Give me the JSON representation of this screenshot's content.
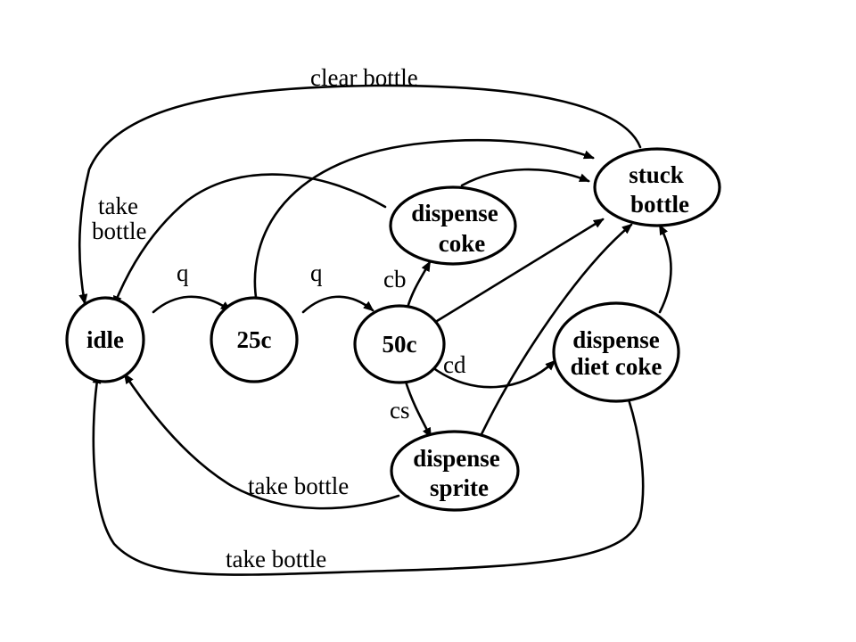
{
  "diagram": {
    "states": {
      "idle": [
        "idle"
      ],
      "c25": [
        "25c"
      ],
      "c50": [
        "50c"
      ],
      "dispense_coke": [
        "dispense",
        "coke"
      ],
      "stuck_bottle": [
        "stuck",
        "bottle"
      ],
      "dispense_diet_coke": [
        "dispense",
        "diet coke"
      ],
      "dispense_sprite": [
        "dispense",
        "sprite"
      ]
    },
    "transitions": {
      "clear_bottle": [
        "clear bottle"
      ],
      "take_bottle_coke": [
        "take",
        "bottle"
      ],
      "q1": [
        "q"
      ],
      "q2": [
        "q"
      ],
      "cb": [
        "cb"
      ],
      "cd": [
        "cd"
      ],
      "cs": [
        "cs"
      ],
      "take_bottle_sprite": [
        "take bottle"
      ],
      "take_bottle_diet": [
        "take bottle"
      ]
    },
    "colors": {
      "stroke": "#000000",
      "background": "#ffffff"
    }
  }
}
